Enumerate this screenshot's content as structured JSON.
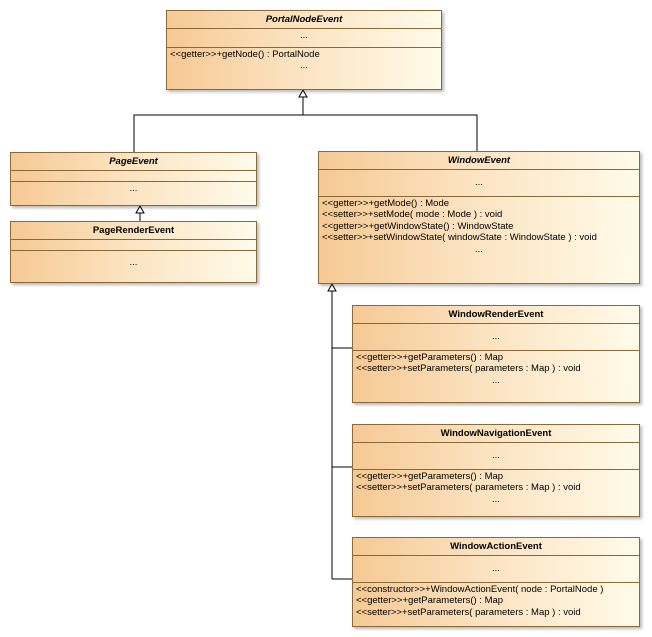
{
  "classes": [
    {
      "id": "portal-node-event",
      "name": "PortalNodeEvent",
      "abstract": true,
      "attributes": "...",
      "operations": [
        "<<getter>>+getNode() : PortalNode"
      ],
      "ops_ellipsis": "..."
    },
    {
      "id": "page-event",
      "name": "PageEvent",
      "abstract": true,
      "attributes": "",
      "operations": [],
      "ops_ellipsis": "..."
    },
    {
      "id": "page-render-event",
      "name": "PageRenderEvent",
      "abstract": false,
      "attributes": "",
      "operations": [],
      "ops_ellipsis": "..."
    },
    {
      "id": "window-event",
      "name": "WindowEvent",
      "abstract": true,
      "attributes": "...",
      "operations": [
        "<<getter>>+getMode() : Mode",
        "<<setter>>+setMode( mode : Mode ) : void",
        "<<getter>>+getWindowState() : WindowState",
        "<<setter>>+setWindowState( windowState : WindowState ) : void"
      ],
      "ops_ellipsis": "..."
    },
    {
      "id": "window-render-event",
      "name": "WindowRenderEvent",
      "abstract": false,
      "attributes": "...",
      "operations": [
        "<<getter>>+getParameters() : Map",
        "<<setter>>+setParameters( parameters : Map ) : void"
      ],
      "ops_ellipsis": "..."
    },
    {
      "id": "window-navigation-event",
      "name": "WindowNavigationEvent",
      "abstract": false,
      "attributes": "...",
      "operations": [
        "<<getter>>+getParameters() : Map",
        "<<setter>>+setParameters( parameters : Map ) : void"
      ],
      "ops_ellipsis": "..."
    },
    {
      "id": "window-action-event",
      "name": "WindowActionEvent",
      "abstract": false,
      "attributes": "...",
      "operations": [
        "<<constructor>>+WindowActionEvent( node : PortalNode )",
        "<<getter>>+getParameters() : Map",
        "<<setter>>+setParameters( parameters : Map ) : void"
      ],
      "ops_ellipsis": ""
    }
  ]
}
